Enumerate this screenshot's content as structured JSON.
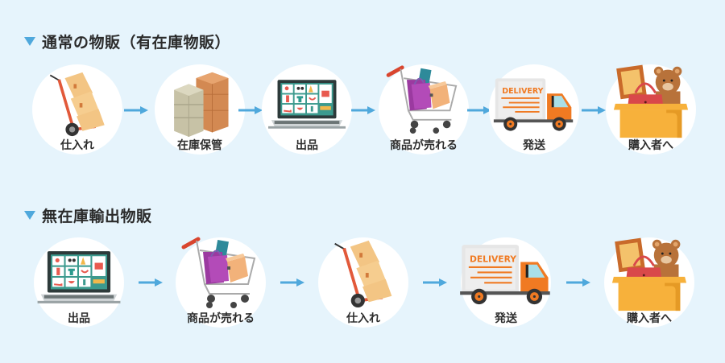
{
  "sections": [
    {
      "title": "通常の物販（有在庫物販）",
      "steps": [
        {
          "label": "仕入れ",
          "icon": "hand-truck-boxes-icon"
        },
        {
          "label": "在庫保管",
          "icon": "stacked-boxes-icon"
        },
        {
          "label": "出品",
          "icon": "laptop-shop-icon"
        },
        {
          "label": "商品が売れる",
          "icon": "shopping-cart-icon"
        },
        {
          "label": "発送",
          "icon": "delivery-truck-icon"
        },
        {
          "label": "購入者へ",
          "icon": "gift-box-icon"
        }
      ]
    },
    {
      "title": "無在庫輸出物販",
      "steps": [
        {
          "label": "出品",
          "icon": "laptop-shop-icon"
        },
        {
          "label": "商品が売れる",
          "icon": "shopping-cart-icon"
        },
        {
          "label": "仕入れ",
          "icon": "hand-truck-boxes-icon"
        },
        {
          "label": "発送",
          "icon": "delivery-truck-icon"
        },
        {
          "label": "購入者へ",
          "icon": "gift-box-icon"
        }
      ]
    }
  ],
  "truck_text": "DELIVERY",
  "colors": {
    "background": "#e6f4fc",
    "accent": "#4fa8dc",
    "text": "#2e2e2e"
  }
}
